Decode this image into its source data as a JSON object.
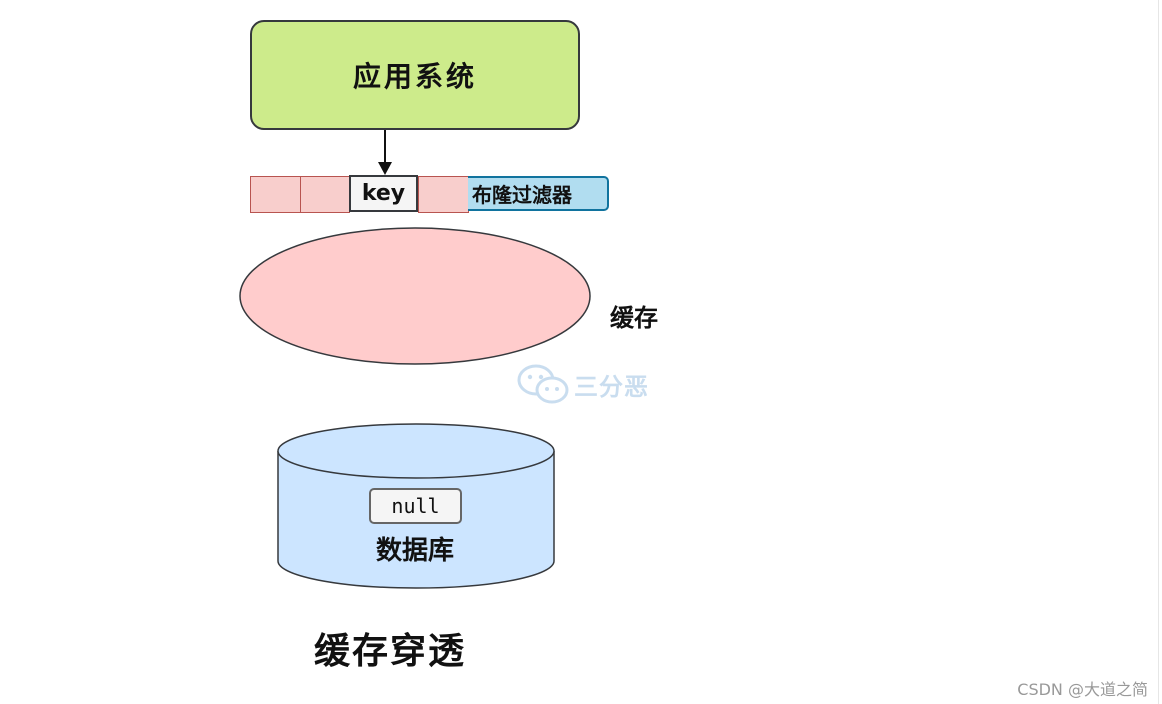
{
  "diagram": {
    "app_system_label": "应用系统",
    "bloom_filter": {
      "key_label": "key",
      "label": "布隆过滤器"
    },
    "cache_label": "缓存",
    "database": {
      "value_label": "null",
      "label": "数据库"
    },
    "caption": "缓存穿透"
  },
  "watermark": {
    "text": "三分恶",
    "icon": "wechat-icon"
  },
  "credit": "CSDN @大道之简",
  "colors": {
    "app_fill": "#cdeb8b",
    "bit_fill": "#f8cecc",
    "bit_stroke": "#b85450",
    "filter_label_fill": "#b1ddf0",
    "cache_fill": "#ffcccc",
    "database_fill": "#cce5ff",
    "null_fill": "#f5f5f5"
  }
}
